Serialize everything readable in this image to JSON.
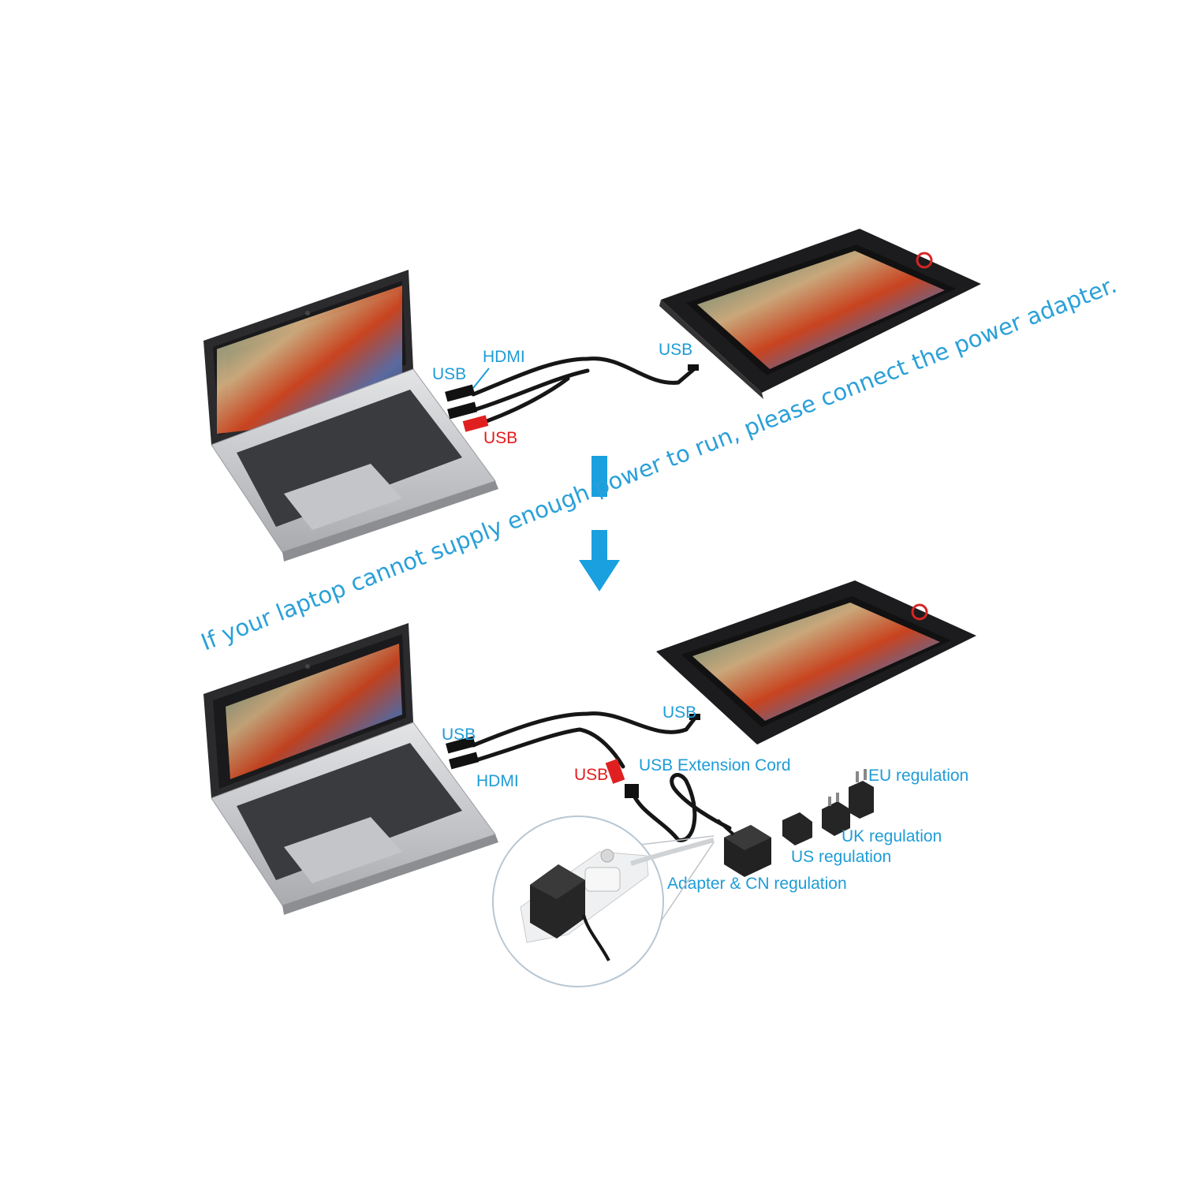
{
  "banner_text": "If your laptop cannot supply enough power to run, please connect the power adapter.",
  "colors": {
    "label_blue": "#1e9cd7",
    "label_red": "#e51b1b",
    "arrow_blue": "#1aa0df"
  },
  "top_setup": {
    "laptop_usb": "USB",
    "hdmi": "HDMI",
    "red_usb": "USB",
    "tablet_usb": "USB"
  },
  "bottom_setup": {
    "laptop_usb": "USB",
    "hdmi": "HDMI",
    "red_usb": "USB",
    "extension": "USB Extension Cord",
    "tablet_usb": "USB",
    "eu": "EU regulation",
    "uk": "UK regulation",
    "us": "US regulation",
    "adapter_cn": "Adapter & CN regulation"
  },
  "icons": [
    "laptop-icon",
    "pen-display-tablet-icon",
    "down-arrow-icon",
    "power-adapter-icon",
    "plug-head-icon",
    "power-strip-icon"
  ]
}
